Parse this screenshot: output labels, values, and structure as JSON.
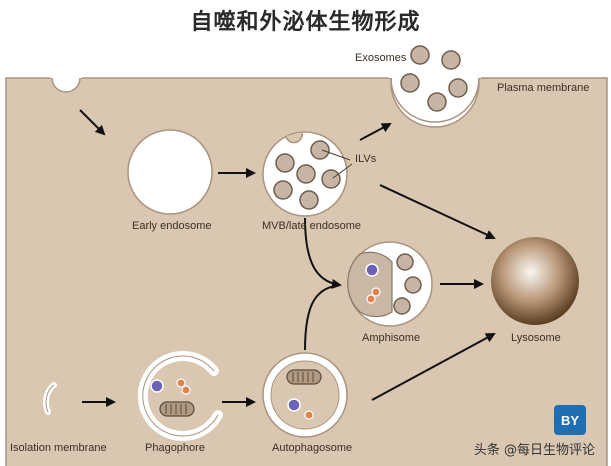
{
  "title": "自噬和外泌体生物形成",
  "labels": {
    "exosomes": "Exosomes",
    "plasma_membrane": "Plasma membrane",
    "ilvs": "ILVs",
    "early_endosome": "Early endosome",
    "mvb": "MVB/late endosome",
    "amphisome": "Amphisome",
    "lysosome": "Lysosome",
    "isolation_membrane": "Isolation membrane",
    "phagophore": "Phagophore",
    "autophagosome": "Autophagosome"
  },
  "watermark": "头条 @每日生物评论",
  "badge": "BY",
  "colors": {
    "cell": "#d9c7b2",
    "vesicle": "#c6b5a4",
    "purple": "#6c62b8",
    "orange": "#e2814f"
  }
}
